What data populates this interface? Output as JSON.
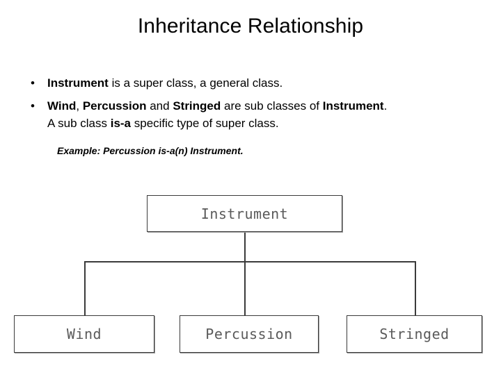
{
  "slide": {
    "title": "Inheritance Relationship"
  },
  "bullets": [
    {
      "marker": "•",
      "segments": [
        {
          "text": "Instrument",
          "bold": true
        },
        {
          "text": " is a super class, a general class.",
          "bold": false
        }
      ]
    },
    {
      "marker": "•",
      "segments": [
        {
          "text": "Wind",
          "bold": true
        },
        {
          "text": ", ",
          "bold": false
        },
        {
          "text": "Percussion",
          "bold": true
        },
        {
          "text": " and ",
          "bold": false
        },
        {
          "text": "Stringed",
          "bold": true
        },
        {
          "text": " are sub classes of ",
          "bold": false
        },
        {
          "text": "Instrument",
          "bold": true
        },
        {
          "text": ".",
          "bold": false
        },
        {
          "text": "\n",
          "bold": false
        },
        {
          "text": "A sub class ",
          "bold": false
        },
        {
          "text": "is-a",
          "bold": true
        },
        {
          "text": " specific type of super class.",
          "bold": false
        }
      ]
    }
  ],
  "example_note": "Example: Percussion is-a(n) Instrument.",
  "diagram": {
    "type": "class-inheritance-tree",
    "super_class": "Instrument",
    "sub_classes": [
      "Wind",
      "Percussion",
      "Stringed"
    ],
    "boxes": {
      "instrument": "Instrument",
      "wind": "Wind",
      "percussion": "Percussion",
      "stringed": "Stringed"
    },
    "line_color": "#3a3a3a",
    "label_color": "#5a5a5a",
    "box_fill": "#ffffff"
  }
}
